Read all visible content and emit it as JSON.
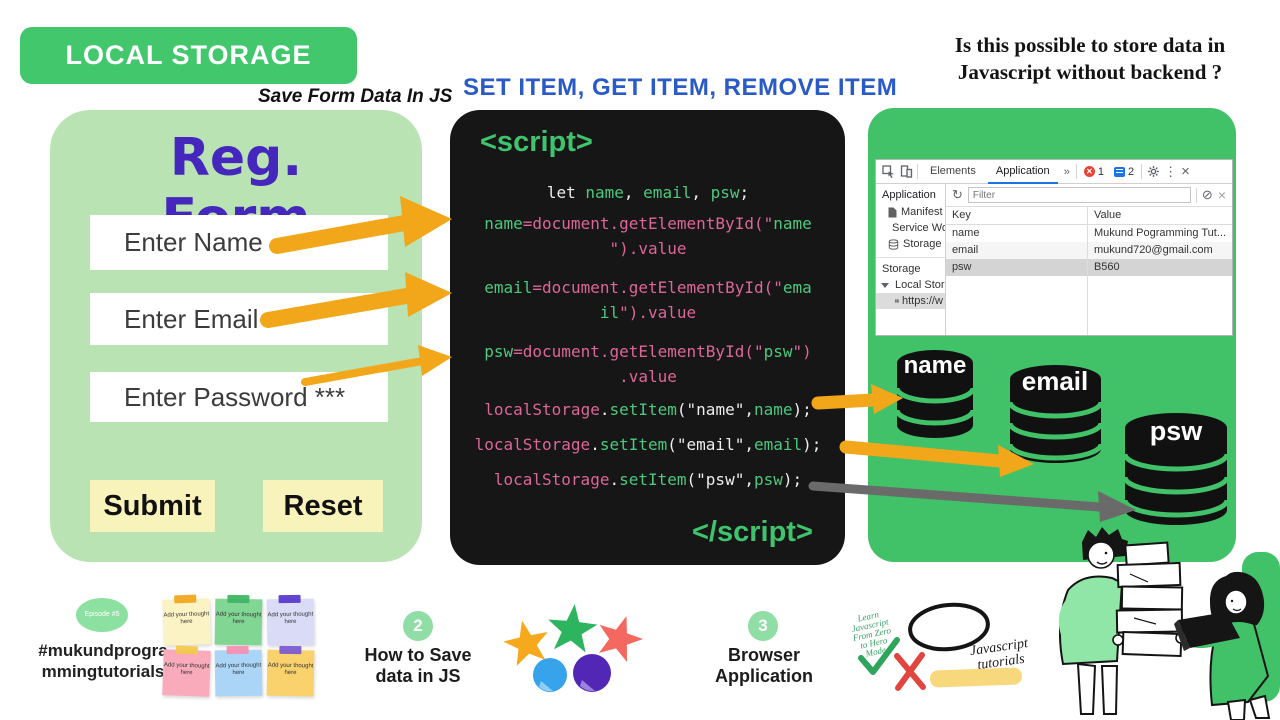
{
  "colors": {
    "banner_green": "#42c76d",
    "panel_light_green": "#b9e3b3",
    "panel_green": "#41c168",
    "code_bg": "#161616",
    "code_green": "#4cc87f",
    "code_pink": "#dd6698",
    "title_purple": "#4527be",
    "blue_heading": "#2a5ac6",
    "arrow_orange": "#f2a71b",
    "arrow_gray": "#6a6a6a",
    "button_yellow": "#f8f2bb",
    "devtools_accent": "#1a73e8"
  },
  "banner": {
    "title": "LOCAL STORAGE"
  },
  "header": {
    "save_form": "Save Form Data In JS",
    "set_item": "SET ITEM, GET ITEM, REMOVE ITEM",
    "question_line1": "Is this possible to store data in",
    "question_line2": "Javascript without backend ?"
  },
  "form": {
    "title": "Reg. Form",
    "fields": [
      {
        "placeholder": "Enter Name"
      },
      {
        "placeholder": "Enter Email"
      },
      {
        "placeholder": "Enter Password ***"
      }
    ],
    "submit_label": "Submit",
    "reset_label": "Reset"
  },
  "code": {
    "open_tag": "<script>",
    "close_tag": "</script>",
    "lines": [
      {
        "mt": 0,
        "t": [
          [
            "let ",
            "w"
          ],
          [
            "name",
            "g"
          ],
          [
            ", ",
            "w"
          ],
          [
            "email",
            "g"
          ],
          [
            ", ",
            "w"
          ],
          [
            "psw",
            "g"
          ],
          [
            ";",
            "w"
          ]
        ]
      },
      {
        "mt": 6,
        "t": [
          [
            "name",
            "g"
          ],
          [
            "=document.getElementById(\"",
            "p"
          ],
          [
            "name",
            "g"
          ]
        ]
      },
      {
        "mt": 0,
        "t": [
          [
            "\").value",
            "p"
          ]
        ]
      },
      {
        "mt": 14,
        "t": [
          [
            "email",
            "g"
          ],
          [
            "=document.getElementById(\"",
            "p"
          ],
          [
            "ema",
            "g"
          ]
        ]
      },
      {
        "mt": 0,
        "t": [
          [
            "il",
            "g"
          ],
          [
            "\").value",
            "p"
          ]
        ]
      },
      {
        "mt": 14,
        "t": [
          [
            "psw",
            "g"
          ],
          [
            "=document.getElementById(\"",
            "p"
          ],
          [
            "psw",
            "g"
          ],
          [
            "\")",
            "p"
          ]
        ]
      },
      {
        "mt": 0,
        "t": [
          [
            ".value",
            "p"
          ]
        ]
      },
      {
        "mt": 8,
        "t": [
          [
            "localStorage",
            "p"
          ],
          [
            ".",
            "w"
          ],
          [
            "setItem",
            "g"
          ],
          [
            "(\"name\",",
            "w"
          ],
          [
            "name",
            "g"
          ],
          [
            ");",
            "w"
          ]
        ]
      },
      {
        "mt": 10,
        "t": [
          [
            "localStorage",
            "p"
          ],
          [
            ".",
            "w"
          ],
          [
            "setItem",
            "g"
          ],
          [
            "(\"email\",",
            "w"
          ],
          [
            "email",
            "g"
          ],
          [
            ");",
            "w"
          ]
        ]
      },
      {
        "mt": 10,
        "t": [
          [
            "localStorage",
            "p"
          ],
          [
            ".",
            "w"
          ],
          [
            "setItem",
            "g"
          ],
          [
            "(\"psw\",",
            "w"
          ],
          [
            "psw",
            "g"
          ],
          [
            ");",
            "w"
          ]
        ]
      }
    ]
  },
  "devtools": {
    "tabs": [
      {
        "label": "Elements",
        "active": false
      },
      {
        "label": "Application",
        "active": true
      }
    ],
    "more_tab": "»",
    "error_count": "1",
    "message_count": "2",
    "icons": {
      "close": "×",
      "more": "⋮",
      "refresh": "↻",
      "block": "⊘",
      "clear": "×"
    },
    "sidebar": {
      "header": "Application",
      "items": [
        "Manifest",
        "Service Wo",
        "Storage"
      ],
      "section_label": "Storage",
      "tree_parent": "Local Stora",
      "tree_child": "https://w"
    },
    "filter_placeholder": "Filter",
    "table": {
      "headers": [
        "Key",
        "Value"
      ],
      "selected_index": 2,
      "rows": [
        {
          "key": "name",
          "value": "Mukund Pogramming Tut..."
        },
        {
          "key": "email",
          "value": "mukund720@gmail.com"
        },
        {
          "key": "psw",
          "value": "B560"
        }
      ]
    }
  },
  "cylinders": [
    {
      "label": "name"
    },
    {
      "label": "email"
    },
    {
      "label": "psw"
    }
  ],
  "footer": {
    "episode_badge": "Episode #5",
    "hashtag_line1": "#mukundprogra",
    "hashtag_line2": "mmingtutorials",
    "sticky_note_text": "Add your thought here",
    "sticky_notes": [
      {
        "bg": "#fcf3c4",
        "tape": "#f2a71f"
      },
      {
        "bg": "#82d694",
        "tape": "#3fb564"
      },
      {
        "bg": "#dadbf7",
        "tape": "#5a3bcd"
      },
      {
        "bg": "#f9abbc",
        "tape": "#f2c84b"
      },
      {
        "bg": "#abd5f6",
        "tape": "#f490b2"
      },
      {
        "bg": "#f9d26e",
        "tape": "#7a5bd0"
      }
    ],
    "step2_number": "2",
    "step2_line1": "How to Save",
    "step2_line2": "data in JS",
    "step3_number": "3",
    "step3_line1": "Browser",
    "step3_line2": "Application",
    "handwritten_green_lines": [
      "Learn",
      "Javascript",
      "From Zero",
      "to Hero",
      "Mode"
    ],
    "handwritten_black_line1": "Javascript",
    "handwritten_black_line2": "tutorials"
  }
}
